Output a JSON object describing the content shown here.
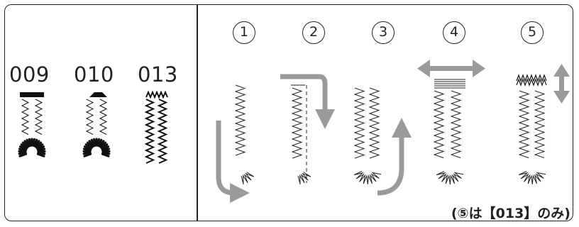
{
  "stitch_codes": [
    "009",
    "010",
    "013"
  ],
  "steps": [
    "1",
    "2",
    "3",
    "4",
    "5"
  ],
  "note": "(⑤は【013】のみ)",
  "colors": {
    "line": "#222222",
    "arrow": "#9a9a9a"
  },
  "icons": [
    "buttonhole-009-icon",
    "buttonhole-010-icon",
    "buttonhole-013-icon",
    "arrow-down-then-right",
    "arrow-right-then-down",
    "arrow-up",
    "arrow-left-right",
    "arrow-up-down"
  ]
}
